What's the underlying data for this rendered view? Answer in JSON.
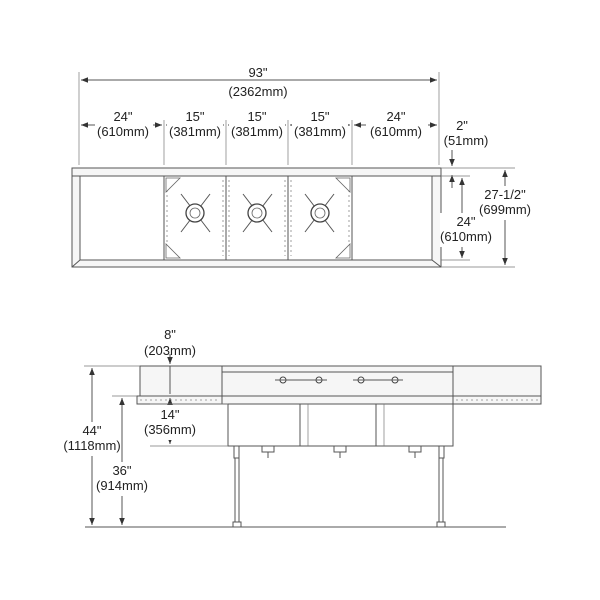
{
  "plan_view": {
    "overall_width": {
      "in": "93\"",
      "mm": "(2362mm)"
    },
    "left_drainboard": {
      "in": "24\"",
      "mm": "(610mm)"
    },
    "compartment_1": {
      "in": "15\"",
      "mm": "(381mm)"
    },
    "compartment_2": {
      "in": "15\"",
      "mm": "(381mm)"
    },
    "compartment_3": {
      "in": "15\"",
      "mm": "(381mm)"
    },
    "right_drainboard": {
      "in": "24\"",
      "mm": "(610mm)"
    },
    "backsplash_depth": {
      "in": "2\"",
      "mm": "(51mm)"
    },
    "overall_depth": {
      "in": "27-1/2\"",
      "mm": "(699mm)"
    },
    "bowl_depth": {
      "in": "24\"",
      "mm": "(610mm)"
    }
  },
  "elevation_view": {
    "backsplash_height": {
      "in": "8\"",
      "mm": "(203mm)"
    },
    "bowl_height": {
      "in": "14\"",
      "mm": "(356mm)"
    },
    "overall_height": {
      "in": "44\"",
      "mm": "(1118mm)"
    },
    "rim_height": {
      "in": "36\"",
      "mm": "(914mm)"
    }
  }
}
